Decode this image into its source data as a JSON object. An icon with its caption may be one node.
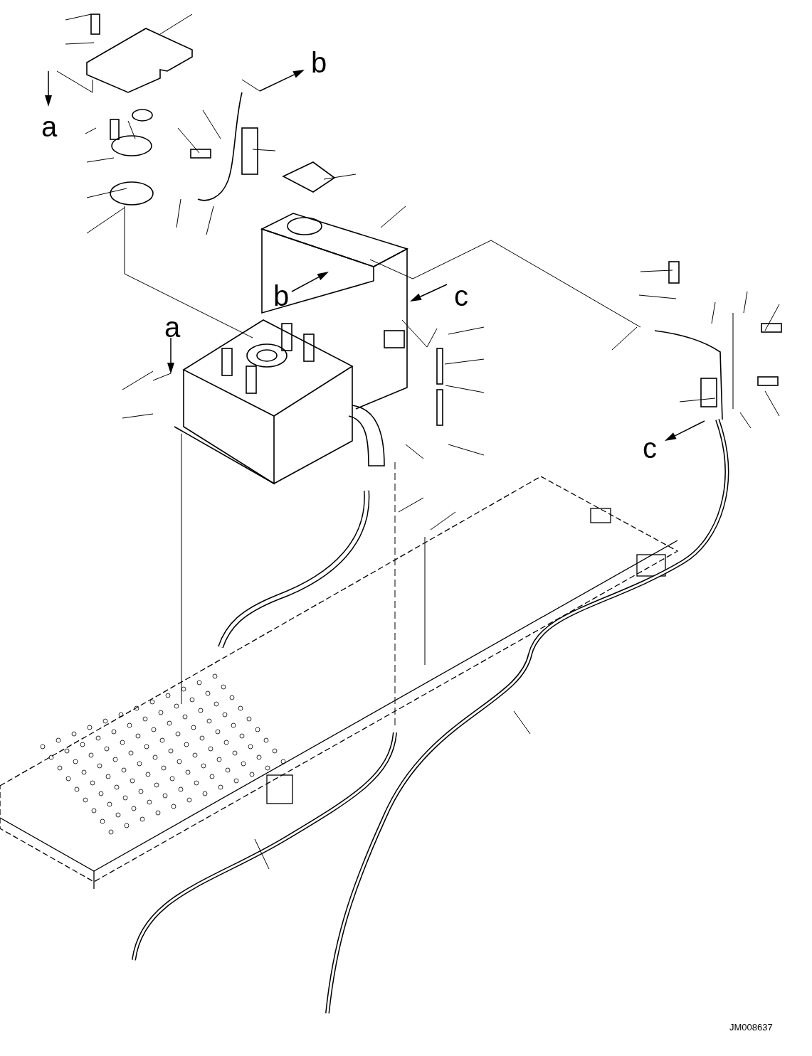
{
  "diagram": {
    "labels": [
      "b",
      "a",
      "a",
      "b",
      "c",
      "c",
      "JM008637"
    ]
  }
}
